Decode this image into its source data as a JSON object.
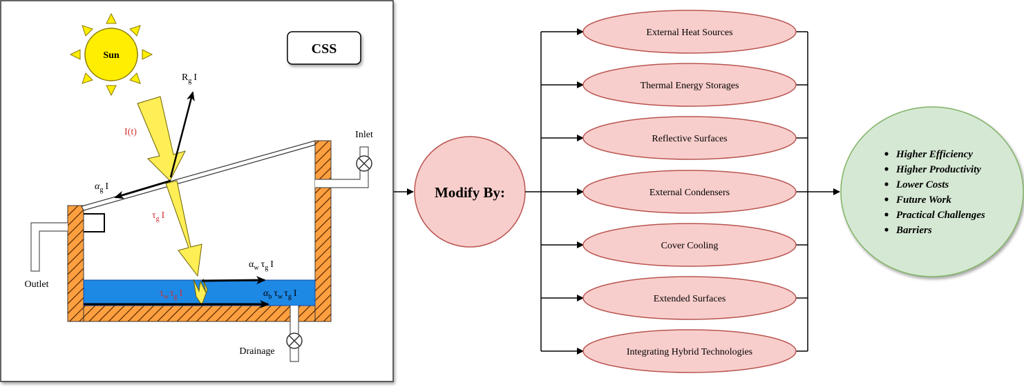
{
  "panel": {
    "title": "CSS",
    "sun": "Sun",
    "labels": {
      "it": "I(t)",
      "rg_R": "R",
      "rg_sub": "g",
      "rg_I": "I",
      "ag_a": "α",
      "ag_sub": "g",
      "ag_I": "I",
      "tg_t": "τ",
      "tg_sub": "g",
      "tg_I": "I",
      "aw_a": "α",
      "aw_sub": "w",
      "aw_t": "τ",
      "aw_sub2": "g",
      "aw_I": "I",
      "tw_t": "τ",
      "tw_sub": "w",
      "tw_t2": "τ",
      "tw_sub2": "g",
      "tw_I": "I",
      "ab_a": "α",
      "ab_sub": "b",
      "ab_t": "τ",
      "ab_sub2": "w",
      "ab_t3": "τ",
      "ab_sub3": "g",
      "ab_I": "I"
    },
    "inlet": "Inlet",
    "outlet": "Outlet",
    "drainage": "Drainage"
  },
  "center": {
    "label": "Modify By:"
  },
  "methods": [
    "External Heat Sources",
    "Thermal Energy Storages",
    "Reflective Surfaces",
    "External Condensers",
    "Cover Cooling",
    "Extended Surfaces",
    "Integrating Hybrid Technologies"
  ],
  "outcomes": [
    "Higher Efficiency",
    "Higher Productivity",
    "Lower Costs",
    "Future Work",
    "Practical Challenges",
    "Barriers"
  ],
  "colors": {
    "ellipse_fill": "#f8cecc",
    "ellipse_stroke": "#b85450",
    "outcome_fill": "#d5e8d4",
    "outcome_stroke": "#82b366",
    "sun_fill": "#ffee00",
    "water": "#1e88e5",
    "wall": "#ffa040",
    "red_label": "#d03030"
  }
}
